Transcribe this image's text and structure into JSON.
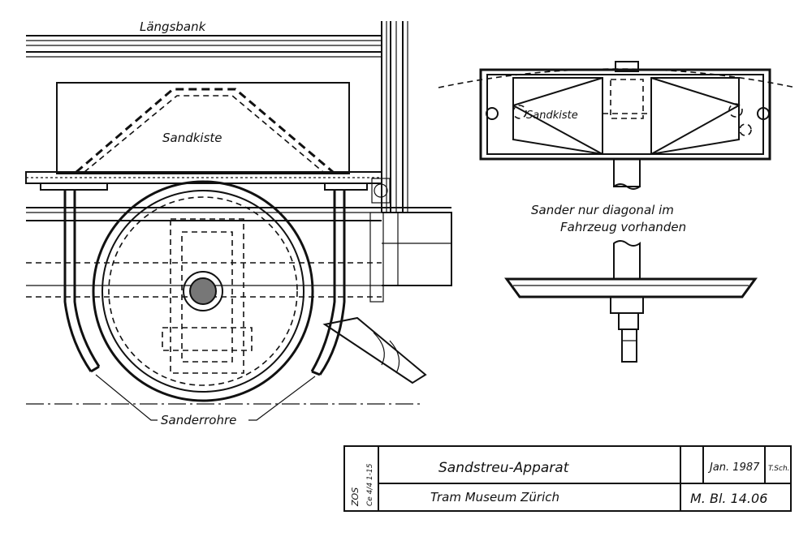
{
  "side_view": {
    "bench_label": "Längsbank",
    "box_label": "Sandkiste",
    "pipes_label": "Sanderrohre"
  },
  "top_view": {
    "box_label": "Sandkiste"
  },
  "note": {
    "line1": "Sander nur diagonal im",
    "line2": "Fahrzeug vorhanden"
  },
  "title_block": {
    "title": "Sandstreu-Apparat",
    "date": "Jan. 1987",
    "initials": "T.Sch.",
    "owner": "Tram Museum Zürich",
    "sheet": "M. Bl. 14.06",
    "side_code_1": "ZOS",
    "side_code_2": "Ce 4/4 1-15"
  }
}
